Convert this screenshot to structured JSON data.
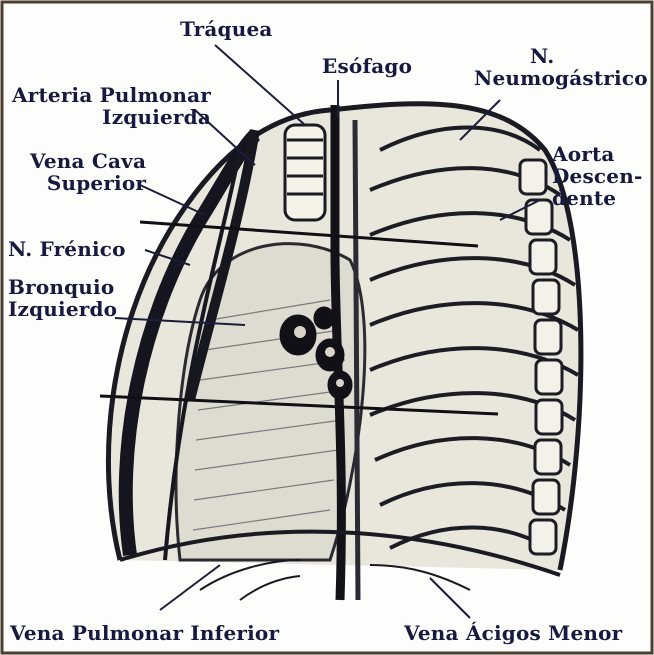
{
  "labels": {
    "traquea": "Tráquea",
    "esofago": "Esófago",
    "neumogastrico": [
      "N.",
      "Neumogástrico"
    ],
    "arteria_pulmonar": [
      "Arteria Pulmonar",
      "Izquierda"
    ],
    "vena_cava": [
      "Vena Cava",
      "Superior"
    ],
    "aorta": [
      "Aorta",
      "Descen-",
      "dente"
    ],
    "frenico": "N. Frénico",
    "bronquio": [
      "Bronquio",
      "Izquierdo"
    ],
    "vena_pulmonar_inferior": "Vena Pulmonar Inferior",
    "vena_acigos": "Vena Ácigos Menor"
  }
}
